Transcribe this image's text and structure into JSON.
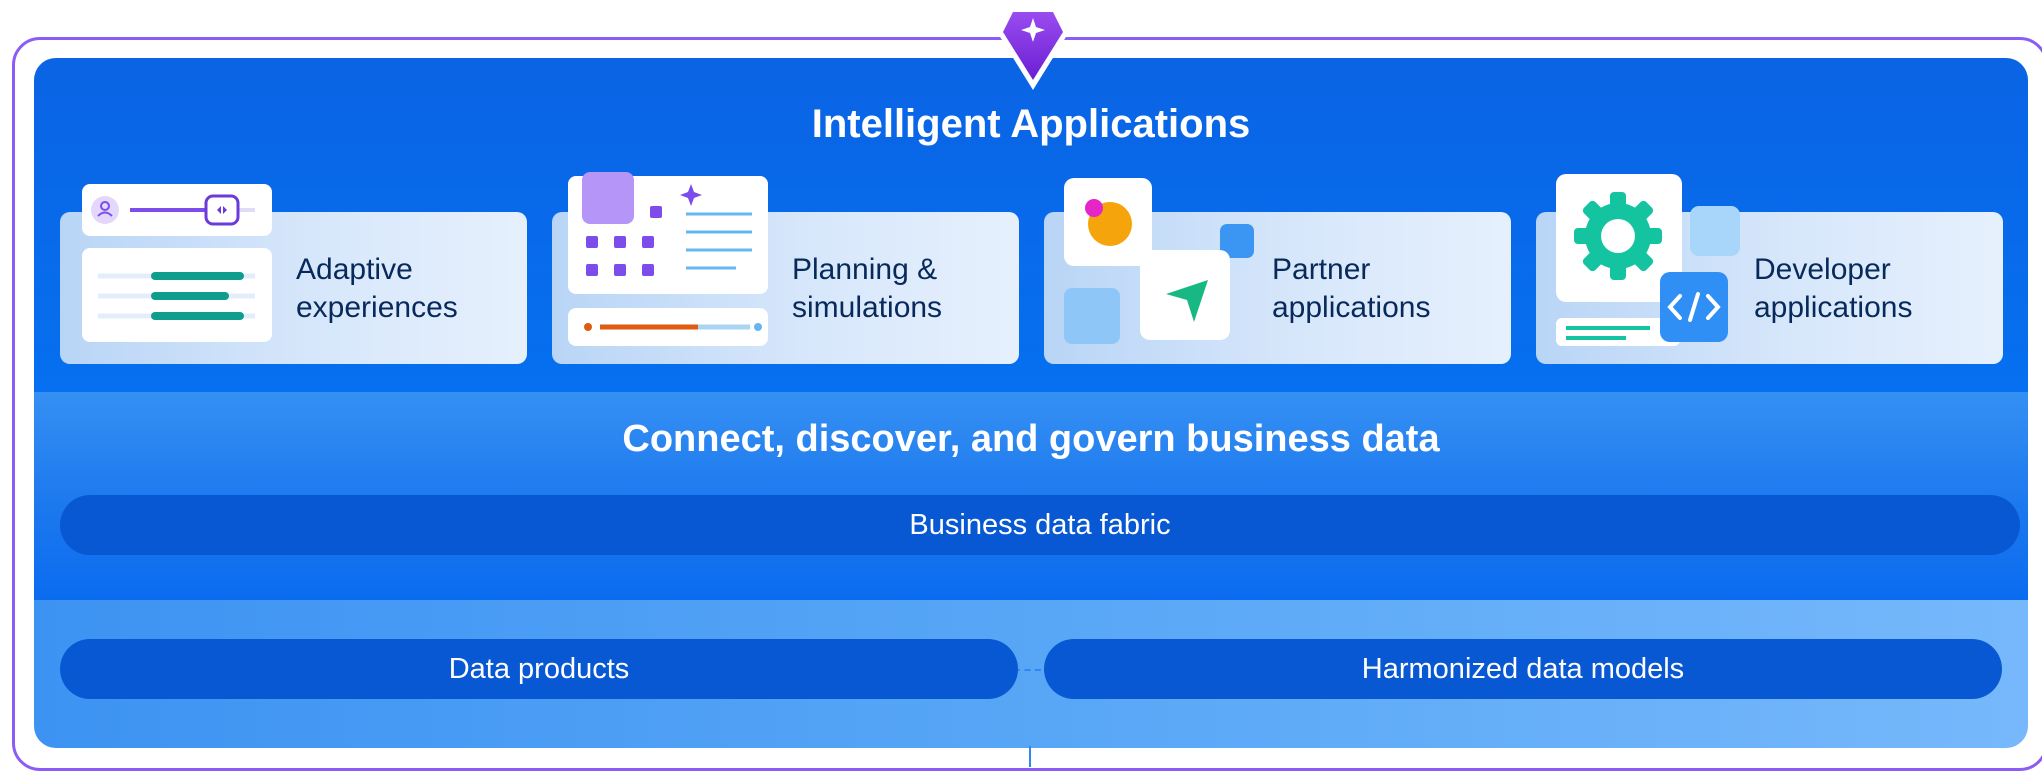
{
  "header": {
    "title": "Intelligent Applications",
    "icon": "sparkle-gem-icon"
  },
  "cards": [
    {
      "line1": "Adaptive",
      "line2": "experiences",
      "icon": "adaptive-experiences-icon"
    },
    {
      "line1": "Planning &",
      "line2": "simulations",
      "icon": "planning-grid-icon"
    },
    {
      "line1": "Partner",
      "line2": "applications",
      "icon": "partner-send-icon"
    },
    {
      "line1": "Developer",
      "line2": "applications",
      "icon": "developer-gear-code-icon"
    }
  ],
  "data_section": {
    "title": "Connect, discover, and govern business data",
    "fabric_label": "Business data fabric"
  },
  "foundation": {
    "left_label": "Data products",
    "right_label": "Harmonized data models"
  },
  "colors": {
    "frame_border": "#8b5cf6",
    "top_band": "#0a64e4",
    "pill": "#0858d4",
    "accent_teal": "#0fa890",
    "accent_purple": "#7c4dea"
  }
}
